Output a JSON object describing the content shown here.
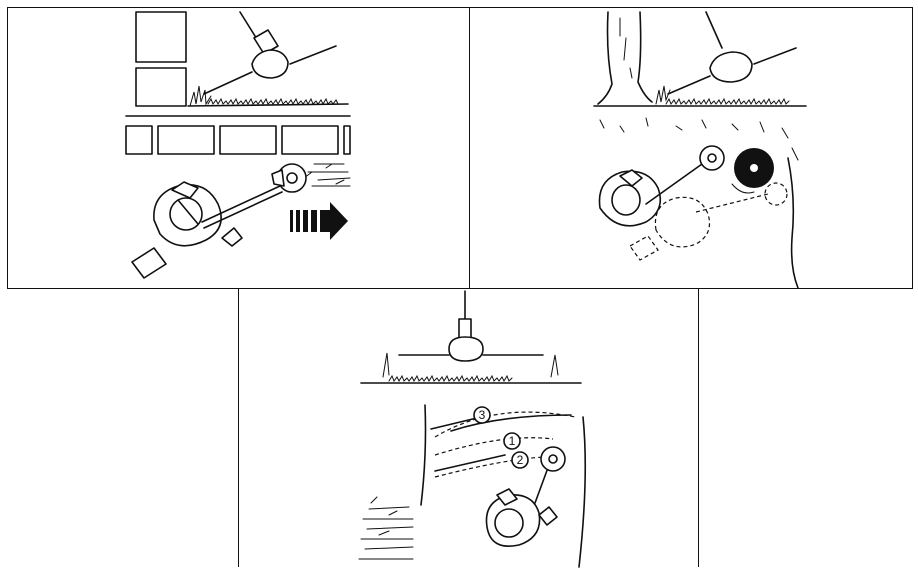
{
  "panels": [
    {
      "id": "edge-trimming-along-wall",
      "step_labels": []
    },
    {
      "id": "trimming-around-tree",
      "step_labels": []
    },
    {
      "id": "mowing-in-rows",
      "step_labels": [
        "3",
        "1",
        "2"
      ]
    }
  ],
  "colors": {
    "ink": "#111111",
    "background": "#ffffff"
  }
}
